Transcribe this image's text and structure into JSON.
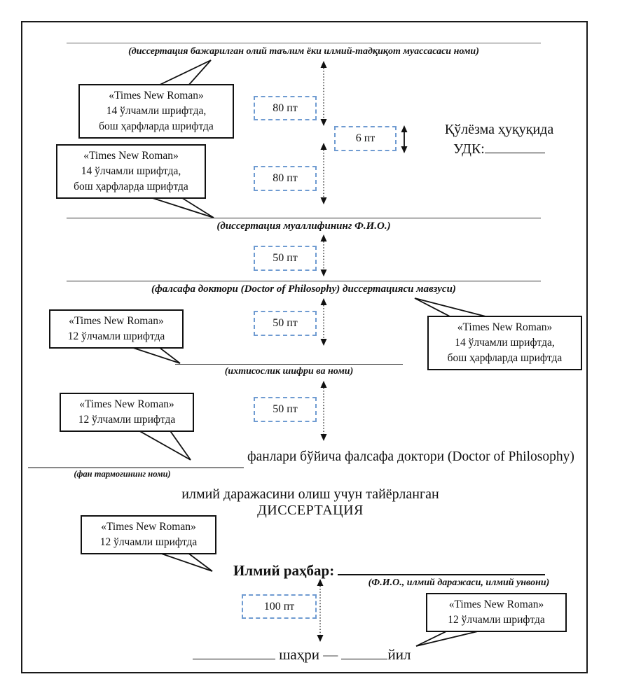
{
  "document": {
    "rules": [
      {
        "caption": "(диссертация бажарилган олий таълим ёки илмий-тадқиқот муассасаси номи)"
      },
      {
        "caption": "(диссертация муаллифининг Ф.И.О.)"
      },
      {
        "caption": "(фалсафа доктори (Doctor of Philosophy) диссертацияси мавзуси)"
      },
      {
        "caption": "(ихтисослик шифри ва номи)"
      },
      {
        "caption": "(фан тармоғининг номи)"
      },
      {
        "caption": "(Ф.И.О., илмий даражаси, илмий унвони)"
      }
    ],
    "manuscript_right": {
      "line1": "Қўлёзма ҳуқуқида",
      "udc_label": "УДК:"
    },
    "degree_line": "фанлари бўйича фалсафа доктори (Doctor of Philosophy)",
    "prepared_line": "илмий даражасини олиш учун тайёрланган",
    "dissertation_word": "ДИССЕРТАЦИЯ",
    "supervisor_label": "Илмий раҳбар:",
    "city_word": "шаҳри",
    "dash": "—",
    "year_word": "йил"
  },
  "spacing_boxes": [
    {
      "label": "80 пт"
    },
    {
      "label": "6 пт"
    },
    {
      "label": "80 пт"
    },
    {
      "label": "50 пт"
    },
    {
      "label": "50 пт"
    },
    {
      "label": "50 пт"
    },
    {
      "label": "100 пт"
    }
  ],
  "callouts": [
    {
      "lines": [
        "«Times New Roman»",
        "14 ўлчамли шрифтда,",
        "бош ҳарфларда шрифтда"
      ]
    },
    {
      "lines": [
        "«Times New Roman»",
        "14 ўлчамли шрифтда,",
        "бош ҳарфларда шрифтда"
      ]
    },
    {
      "lines": [
        "«Times New Roman»",
        "12 ўлчамли шрифтда"
      ]
    },
    {
      "lines": [
        "«Times New Roman»",
        "14 ўлчамли шрифтда,",
        "бош ҳарфларда шрифтда"
      ]
    },
    {
      "lines": [
        "«Times New Roman»",
        "12 ўлчамли шрифтда"
      ]
    },
    {
      "lines": [
        "«Times New Roman»",
        "12 ўлчамли шрифтда"
      ]
    },
    {
      "lines": [
        "«Times New Roman»",
        "12 ўлчамли шрифтда"
      ]
    }
  ],
  "colors": {
    "dashed_box_border": "#6f9bd1",
    "ink": "#1a1a1a",
    "rule_gray": "#555555"
  }
}
